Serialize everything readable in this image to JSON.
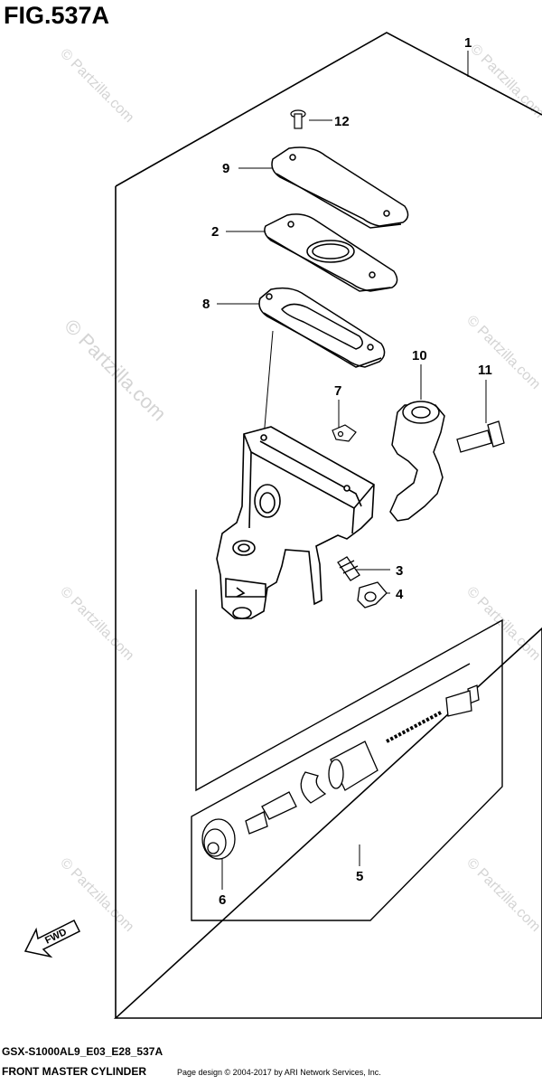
{
  "figure": {
    "title": "FIG.537A",
    "model_code": "GSX-S1000AL9_E03_E28_537A",
    "section_name": "FRONT MASTER CYLINDER",
    "copyright": "Page design © 2004-2017 by ARI Network Services, Inc."
  },
  "watermark": {
    "text": "© Partzilla.com"
  },
  "fwd_label": "FWD",
  "callouts": [
    "1",
    "2",
    "3",
    "4",
    "5",
    "6",
    "7",
    "8",
    "9",
    "10",
    "11",
    "12"
  ]
}
